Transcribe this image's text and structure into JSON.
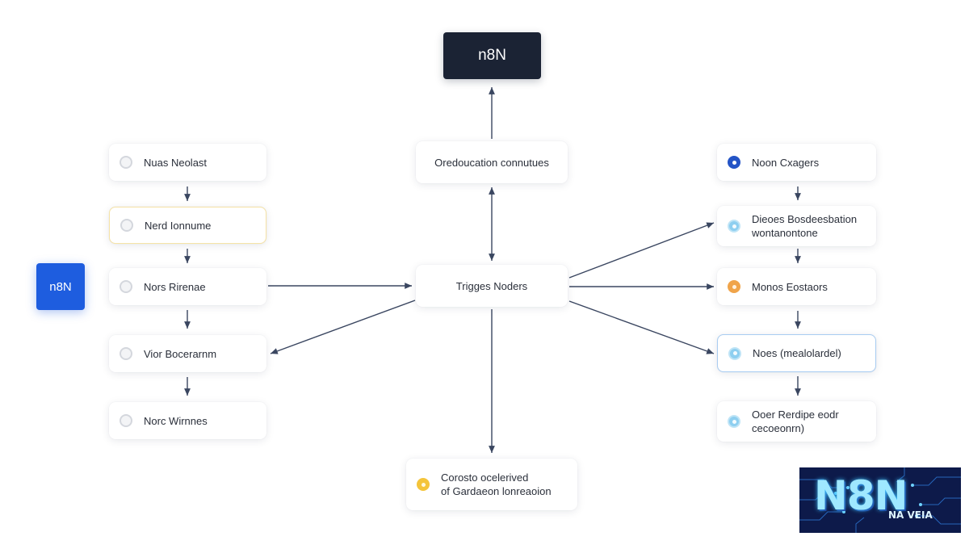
{
  "top_node": {
    "label": "n8N"
  },
  "left_node": {
    "label": "n8N"
  },
  "center_column": {
    "top_box": "Oredoucation connutues",
    "hub": "Trigges Noders",
    "bottom_box_line1": "Corosto ocelerived",
    "bottom_box_line2": "of Gardaeon lonreaoion"
  },
  "left_column": [
    {
      "label": "Nuas Neolast",
      "dot": "grey"
    },
    {
      "label": "Nerd Ionnume",
      "dot": "grey"
    },
    {
      "label": "Nors Rirenae",
      "dot": "grey"
    },
    {
      "label": "Vior Bocerarnm",
      "dot": "grey"
    },
    {
      "label": "Norc Wirnnes",
      "dot": "grey"
    }
  ],
  "right_column": [
    {
      "line1": "Noon Cxagers",
      "line2": "",
      "dot": "blue"
    },
    {
      "line1": "Dieoes Bosdeesbation",
      "line2": "wontanontone",
      "dot": "lightblue"
    },
    {
      "line1": "Monos Eostaors",
      "line2": "",
      "dot": "orange"
    },
    {
      "line1": "Noes (mealolardel)",
      "line2": "",
      "dot": "lightblue"
    },
    {
      "line1": "Ooer Rerdipe eodr",
      "line2": "cecoeonrn)",
      "dot": "lightblue"
    }
  ],
  "watermark": {
    "brand": "N8N",
    "sub": "NA VEIA"
  },
  "colors": {
    "edge": "#3a4660",
    "top_node_bg": "#1b2334",
    "left_node_bg": "#1e5ddf",
    "highlight_border_yellow": "#f6e3a6",
    "highlight_border_blue": "#a9cdf2"
  }
}
